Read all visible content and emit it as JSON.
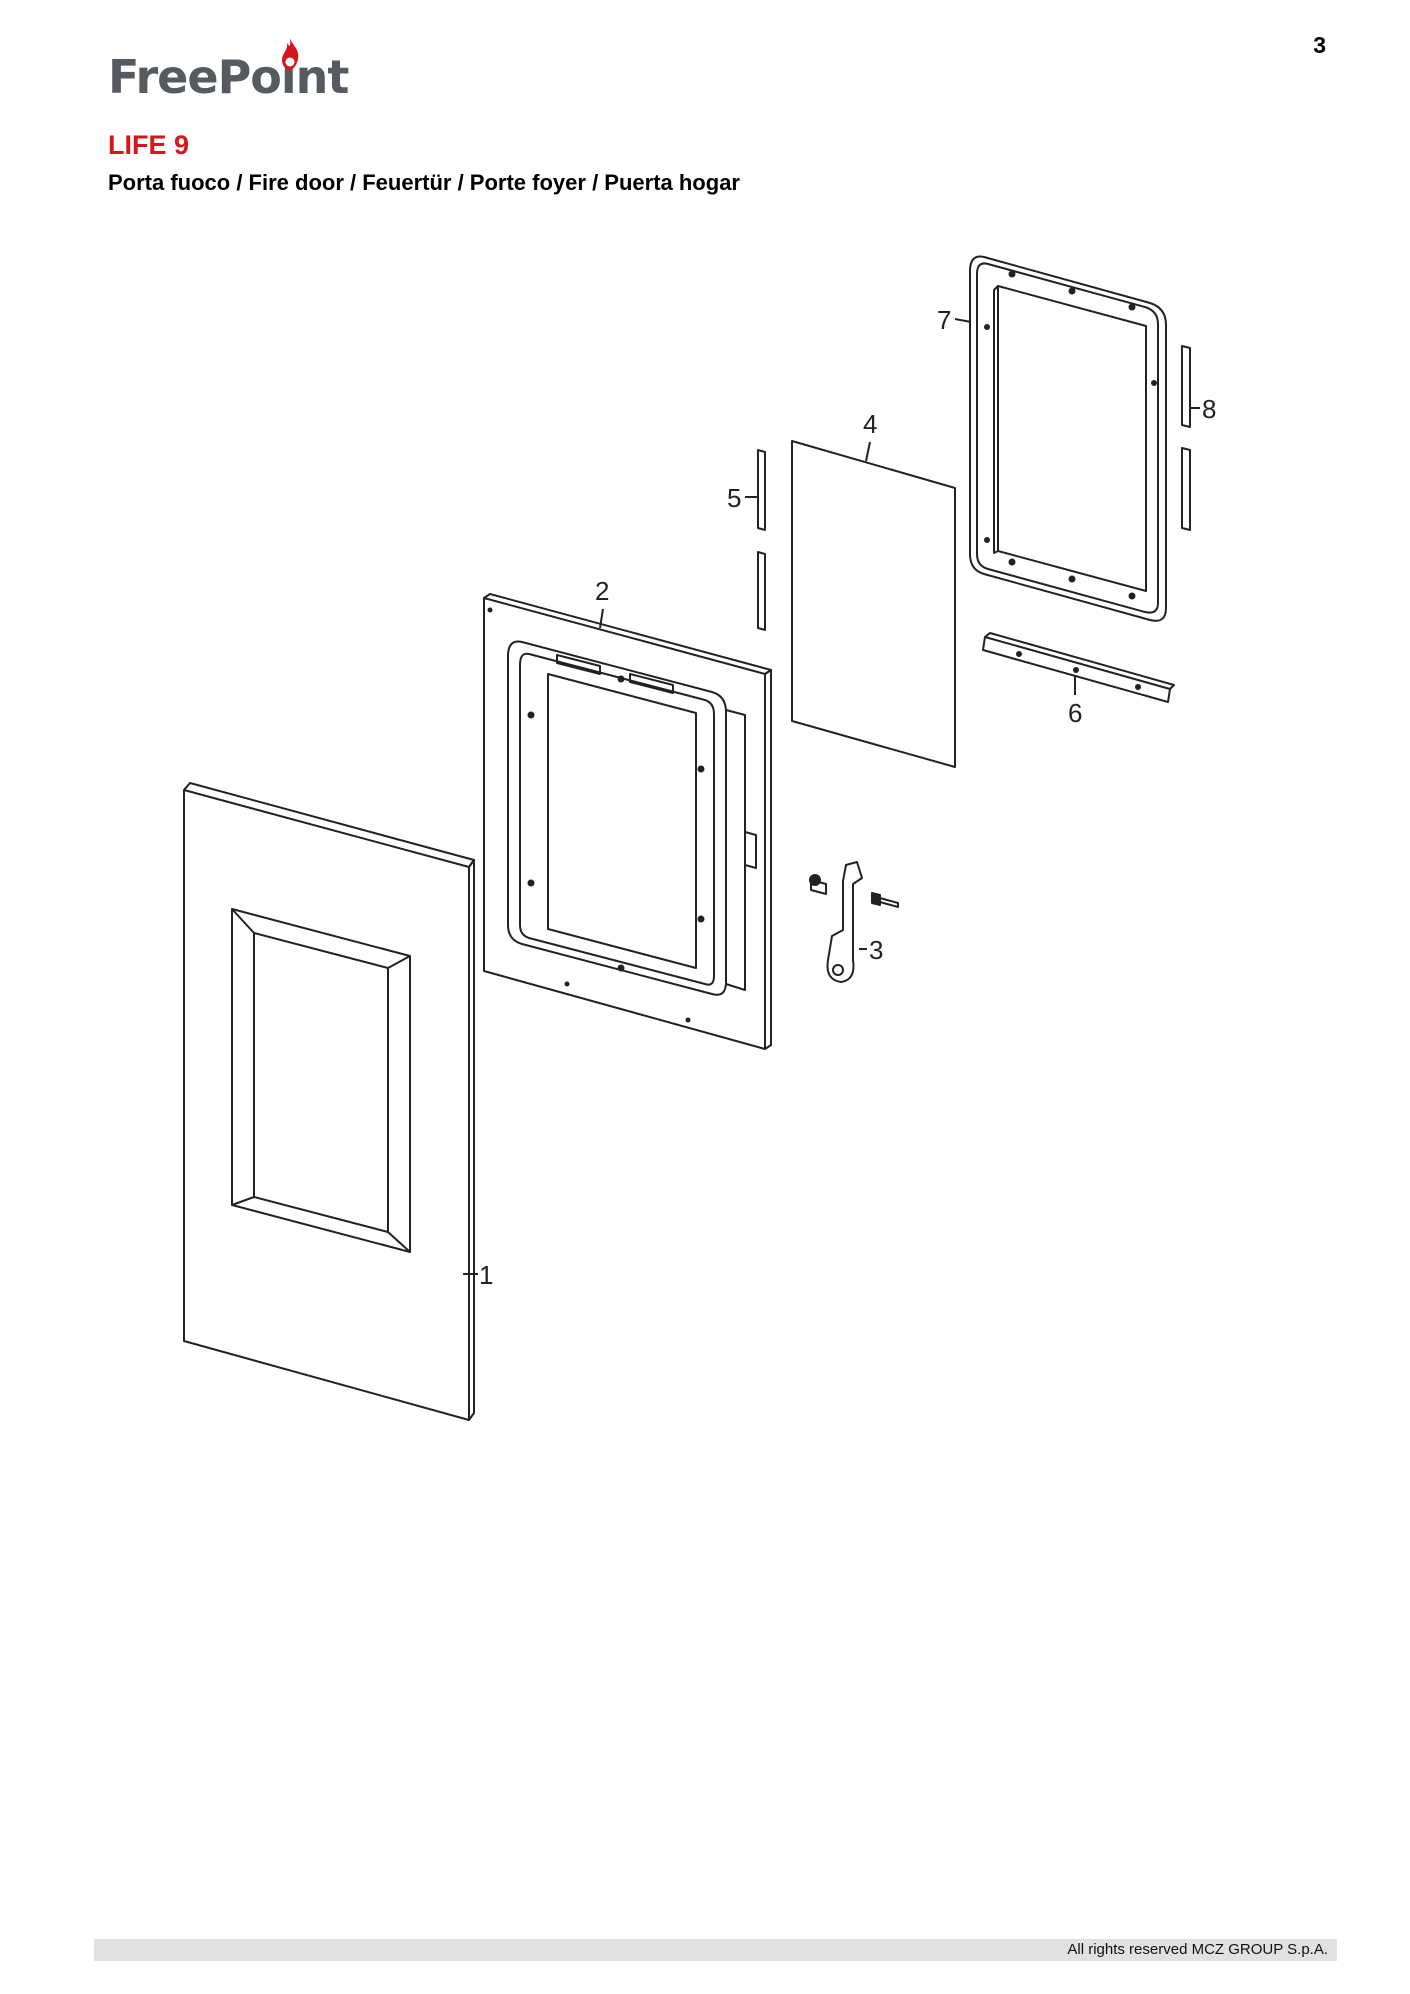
{
  "page_number": "3",
  "brand": {
    "name": "FreePoint",
    "flame_color": "#d7161b",
    "text_color": "#555b60"
  },
  "model": "LIFE 9",
  "section_title": "Porta fuoco / Fire door / Feuertür / Porte foyer / Puerta hogar",
  "parts": [
    {
      "id": "1"
    },
    {
      "id": "2"
    },
    {
      "id": "3"
    },
    {
      "id": "4"
    },
    {
      "id": "5"
    },
    {
      "id": "6"
    },
    {
      "id": "7"
    },
    {
      "id": "8"
    }
  ],
  "footer": {
    "copyright": "All rights reserved MCZ GROUP S.p.A."
  }
}
